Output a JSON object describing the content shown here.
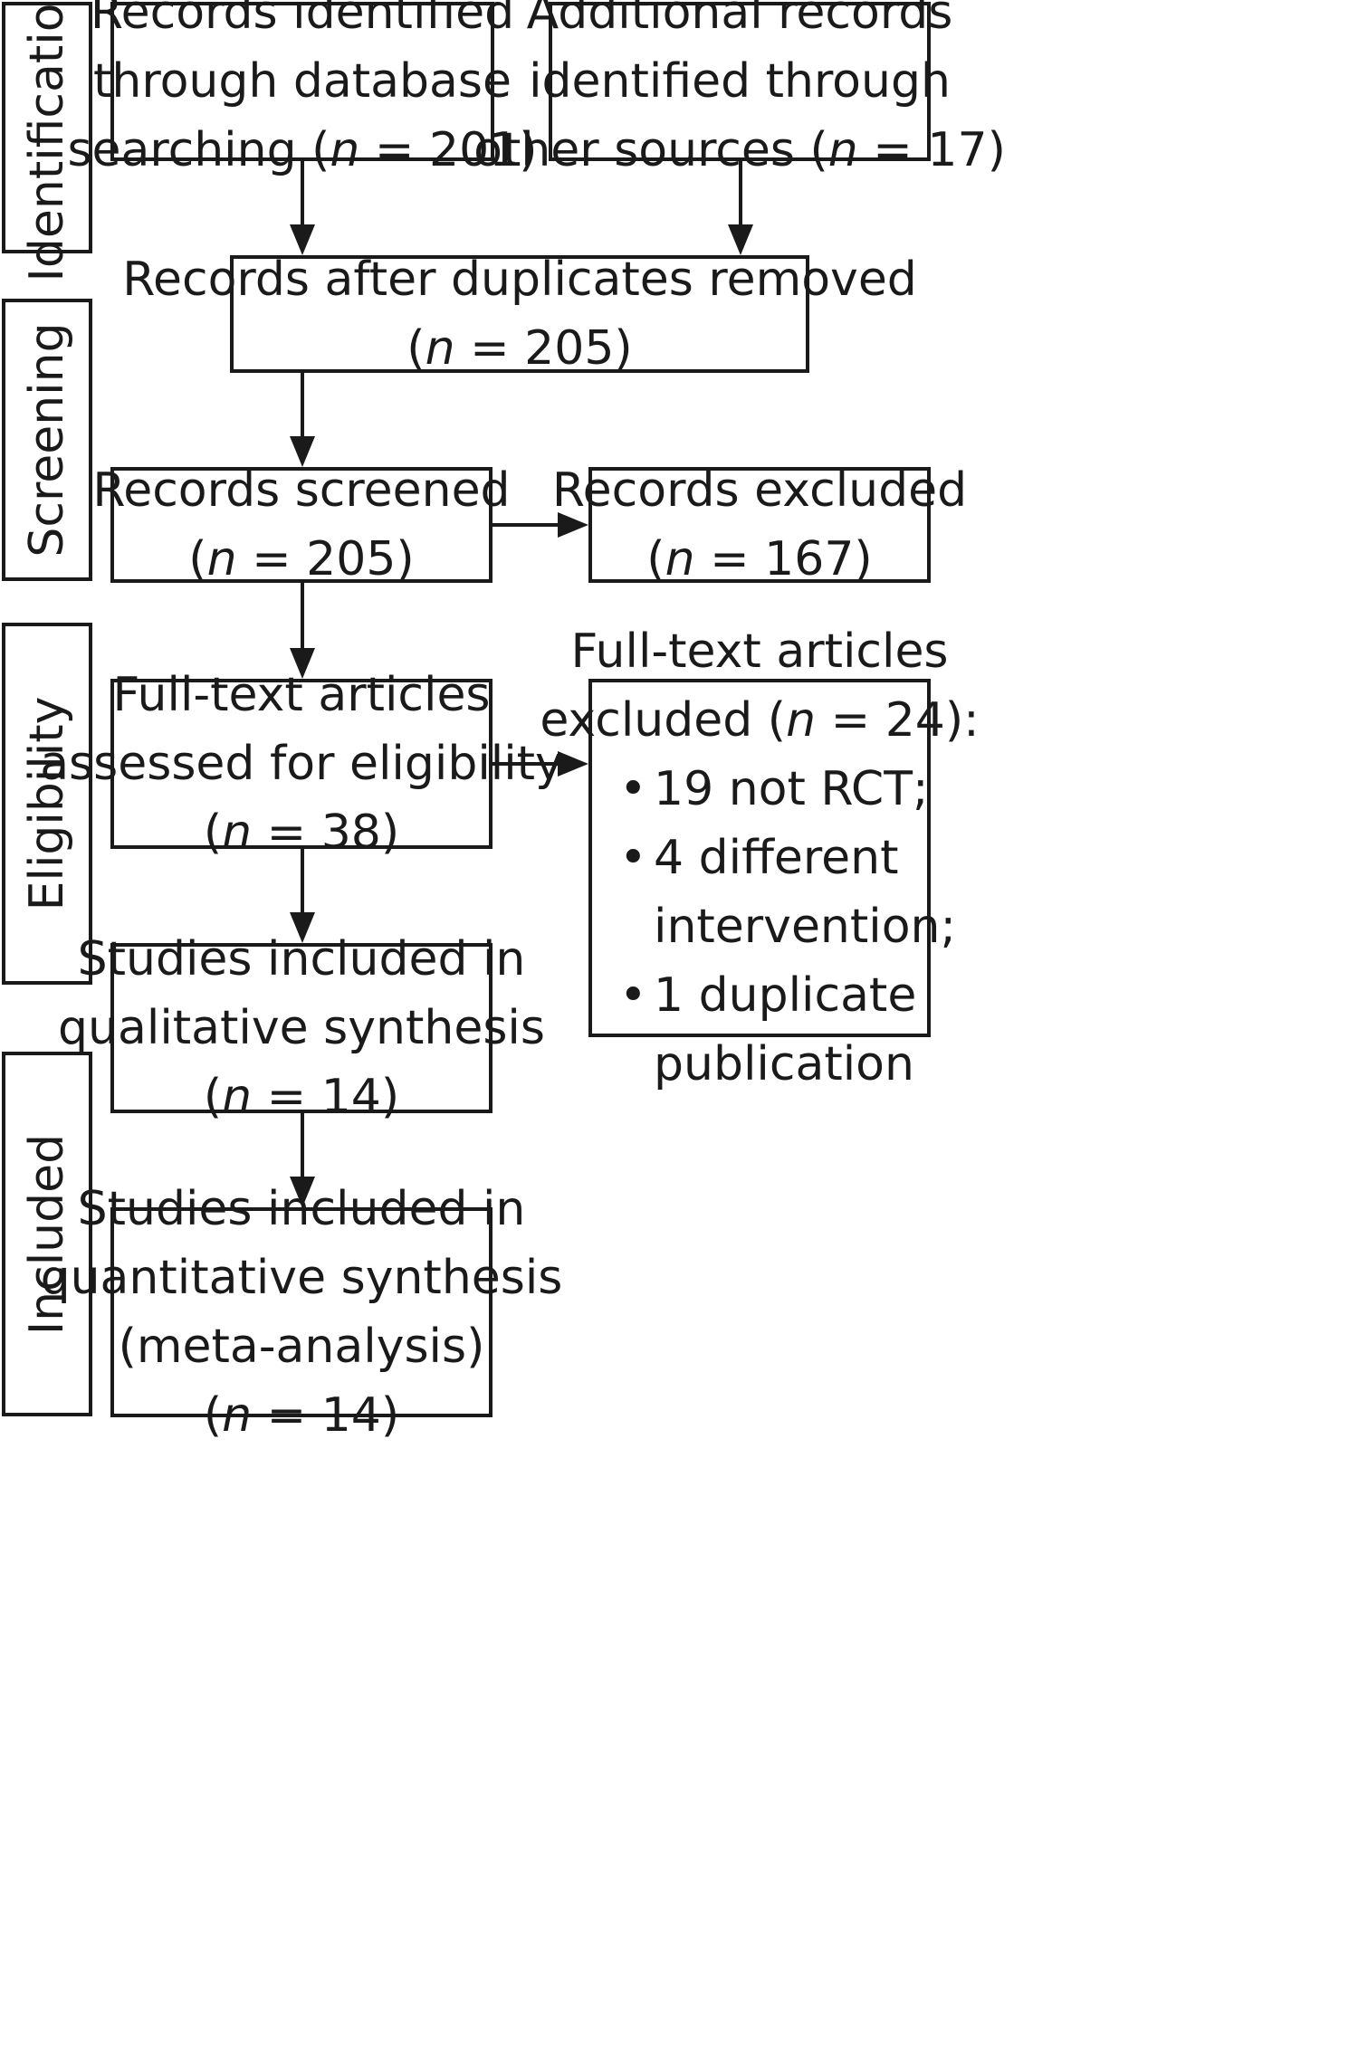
{
  "stages": {
    "identification": "Identification",
    "screening": "Screening",
    "eligibility": "Eligibility",
    "included": "Included"
  },
  "boxes": {
    "database_search": [
      "Records identified",
      "through database",
      "searching (n = 201)"
    ],
    "other_sources": [
      "Additional records",
      "identified through",
      "other sources (n = 17)"
    ],
    "after_duplicates": [
      "Records after duplicates removed",
      "(n = 205)"
    ],
    "screened": [
      "Records screened",
      "(n = 205)"
    ],
    "excluded": [
      "Records excluded",
      "(n = 167)"
    ],
    "fulltext_assessed": [
      "Full-text articles",
      "assessed for eligibility",
      "(n = 38)"
    ],
    "fulltext_excluded_header": [
      "Full-text articles",
      "excluded (n = 24):"
    ],
    "fulltext_excluded_reasons": [
      [
        "19 not RCT;"
      ],
      [
        "4 different",
        "intervention;"
      ],
      [
        "1 duplicate",
        "publication"
      ]
    ],
    "qualitative": [
      "Studies included in",
      "qualitative synthesis",
      "(n = 14)"
    ],
    "quantitative": [
      "Studies included in",
      "quantitative synthesis",
      "(meta-analysis)",
      "(n = 14)"
    ]
  }
}
